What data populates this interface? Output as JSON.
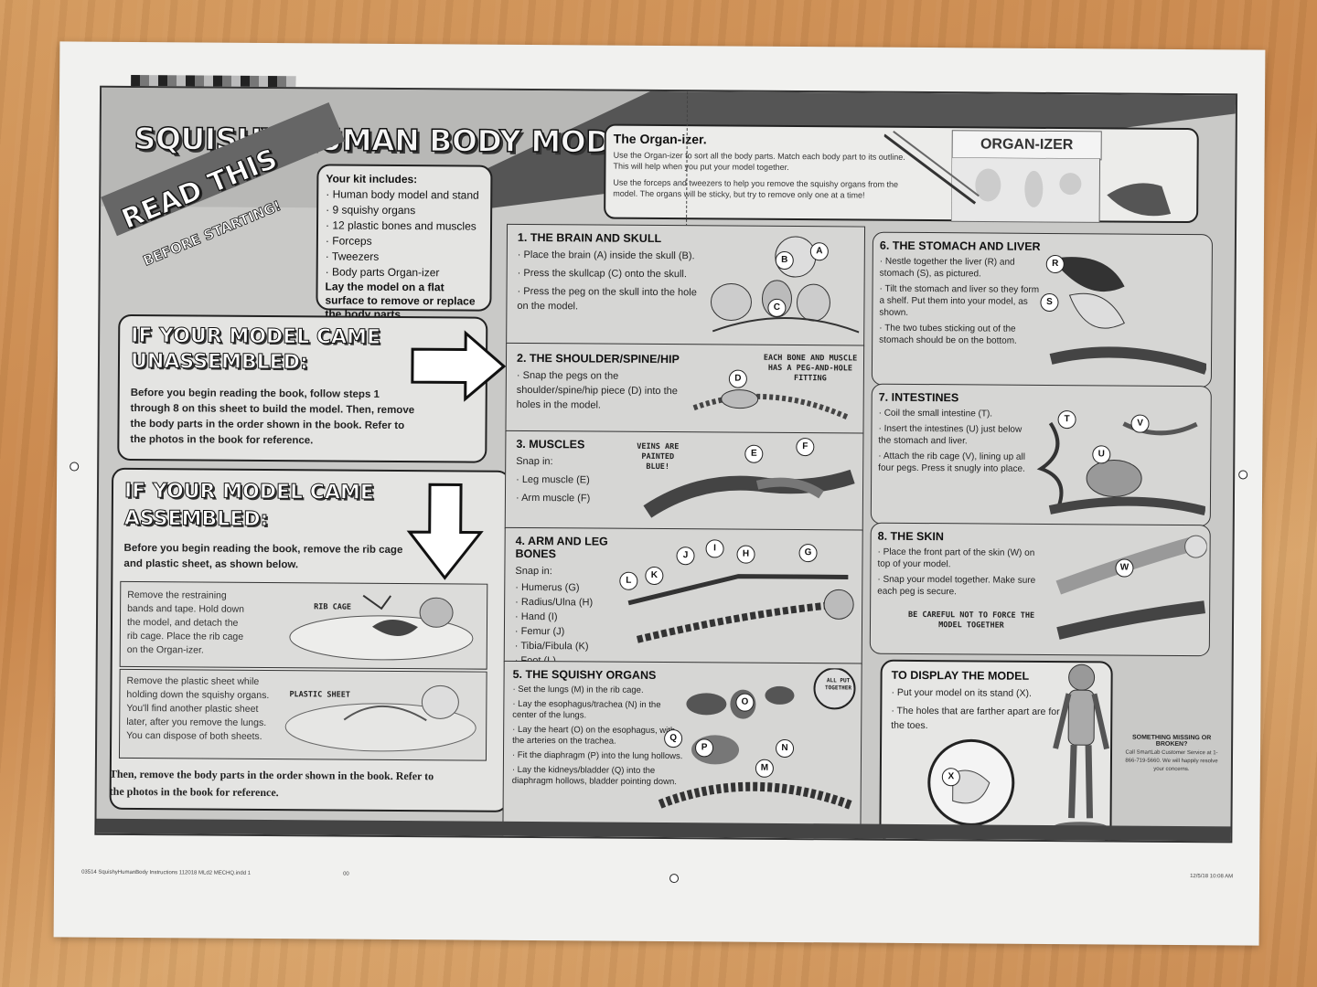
{
  "title": "SQUISHY HUMAN BODY MODEL",
  "read_this": "READ THIS",
  "before_starting": "BEFORE STARTING!",
  "kit": {
    "heading": "Your kit includes:",
    "items": [
      "Human body model and stand",
      "9 squishy organs",
      "12 plastic bones and muscles",
      "Forceps",
      "Tweezers",
      "Body parts Organ-izer"
    ],
    "footer": "Lay the model on a flat surface to remove or replace the body parts."
  },
  "unassembled": {
    "heading1": "IF YOUR MODEL CAME",
    "heading2": "UNASSEMBLED:",
    "text": "Before you begin reading the book, follow steps 1 through 8 on this sheet to build the model. Then, remove the body parts in the order shown in the book. Refer to the photos in the book for reference."
  },
  "assembled": {
    "heading1": "IF YOUR MODEL CAME",
    "heading2": "ASSEMBLED:",
    "text": "Before you begin reading the book, remove the rib cage and plastic sheet, as shown below.",
    "sub1": "Remove the restraining bands and tape. Hold down the model, and detach the rib cage. Place the rib cage on the Organ-izer.",
    "rib_label": "RIB CAGE",
    "sub2": "Remove the plastic sheet while holding down the squishy organs. You'll find another plastic sheet later, after you remove the lungs. You can dispose of both sheets.",
    "sheet_label": "PLASTIC SHEET",
    "footer": "Then, remove the body parts in the order shown in the book. Refer to the photos in the book for reference."
  },
  "organizer": {
    "title": "The Organ-izer.",
    "text1": "Use the Organ-izer to sort all the body parts. Match each body part to its outline. This will help when you put your model together.",
    "text2": "Use the forceps and tweezers to help you remove the squishy organs from the model. The organs will be sticky, but try to remove only one at a time!",
    "label": "ORGAN-IZER"
  },
  "steps": [
    {
      "title": "1. THE BRAIN AND SKULL",
      "lines": [
        "Place the brain (A) inside the skull (B).",
        "Press the skullcap (C) onto the skull.",
        "Press the peg on the skull into the hole on the model."
      ]
    },
    {
      "title": "2. THE SHOULDER/SPINE/HIP",
      "lines": [
        "Snap the pegs on the shoulder/spine/hip piece (D) into the holes in the model."
      ],
      "note": "EACH BONE AND MUSCLE HAS A PEG-AND-HOLE FITTING"
    },
    {
      "title": "3. MUSCLES",
      "snap": "Snap in:",
      "lines": [
        "Leg muscle (E)",
        "Arm muscle (F)"
      ],
      "note": "VEINS ARE PAINTED BLUE!"
    },
    {
      "title": "4. ARM AND LEG BONES",
      "snap": "Snap in:",
      "lines": [
        "Humerus (G)",
        "Radius/Ulna (H)",
        "Hand (I)",
        "Femur (J)",
        "Tibia/Fibula (K)",
        "Foot (L)"
      ]
    },
    {
      "title": "5. THE SQUISHY ORGANS",
      "lines": [
        "Set the lungs (M) in the rib cage.",
        "Lay the esophagus/trachea (N) in the center of the lungs.",
        "Lay the heart (O) on the esophagus, with the arteries on the trachea.",
        "Fit the diaphragm (P) into the lung hollows.",
        "Lay the kidneys/bladder (Q) into the diaphragm hollows, bladder pointing down."
      ],
      "note": "ALL PUT TOGETHER"
    },
    {
      "title": "6. THE STOMACH AND LIVER",
      "lines": [
        "Nestle together the liver (R) and stomach (S), as pictured.",
        "Tilt the stomach and liver so they form a shelf. Put them into your model, as shown.",
        "The two tubes sticking out of the stomach should be on the bottom."
      ]
    },
    {
      "title": "7. INTESTINES",
      "lines": [
        "Coil the small intestine (T).",
        "Insert the intestines (U) just below the stomach and liver.",
        "Attach the rib cage (V), lining up all four pegs. Press it snugly into place."
      ]
    },
    {
      "title": "8. THE SKIN",
      "lines": [
        "Place the front part of the skin (W) on top of your model.",
        "Snap your model together. Make sure each peg is secure."
      ],
      "note": "BE CAREFUL NOT TO FORCE THE MODEL TOGETHER"
    }
  ],
  "display": {
    "title": "TO DISPLAY THE MODEL",
    "lines": [
      "Put your model on its stand (X).",
      "The holes that are farther apart are for the toes."
    ]
  },
  "missing": {
    "title": "SOMETHING MISSING OR BROKEN?",
    "text": "Call SmartLab Customer Service at 1-866-719-5660. We will happily resolve your concerns."
  },
  "letters": [
    "A",
    "B",
    "C",
    "D",
    "E",
    "F",
    "G",
    "H",
    "I",
    "J",
    "K",
    "L",
    "M",
    "N",
    "O",
    "P",
    "Q",
    "R",
    "S",
    "T",
    "U",
    "V",
    "W",
    "X"
  ],
  "footer_left": "03514 SquishyHumanBody Instructions 112018 MLd2 MECHQ.indd   1",
  "footer_mid": "00",
  "footer_right": "12/5/18   10:08 AM"
}
